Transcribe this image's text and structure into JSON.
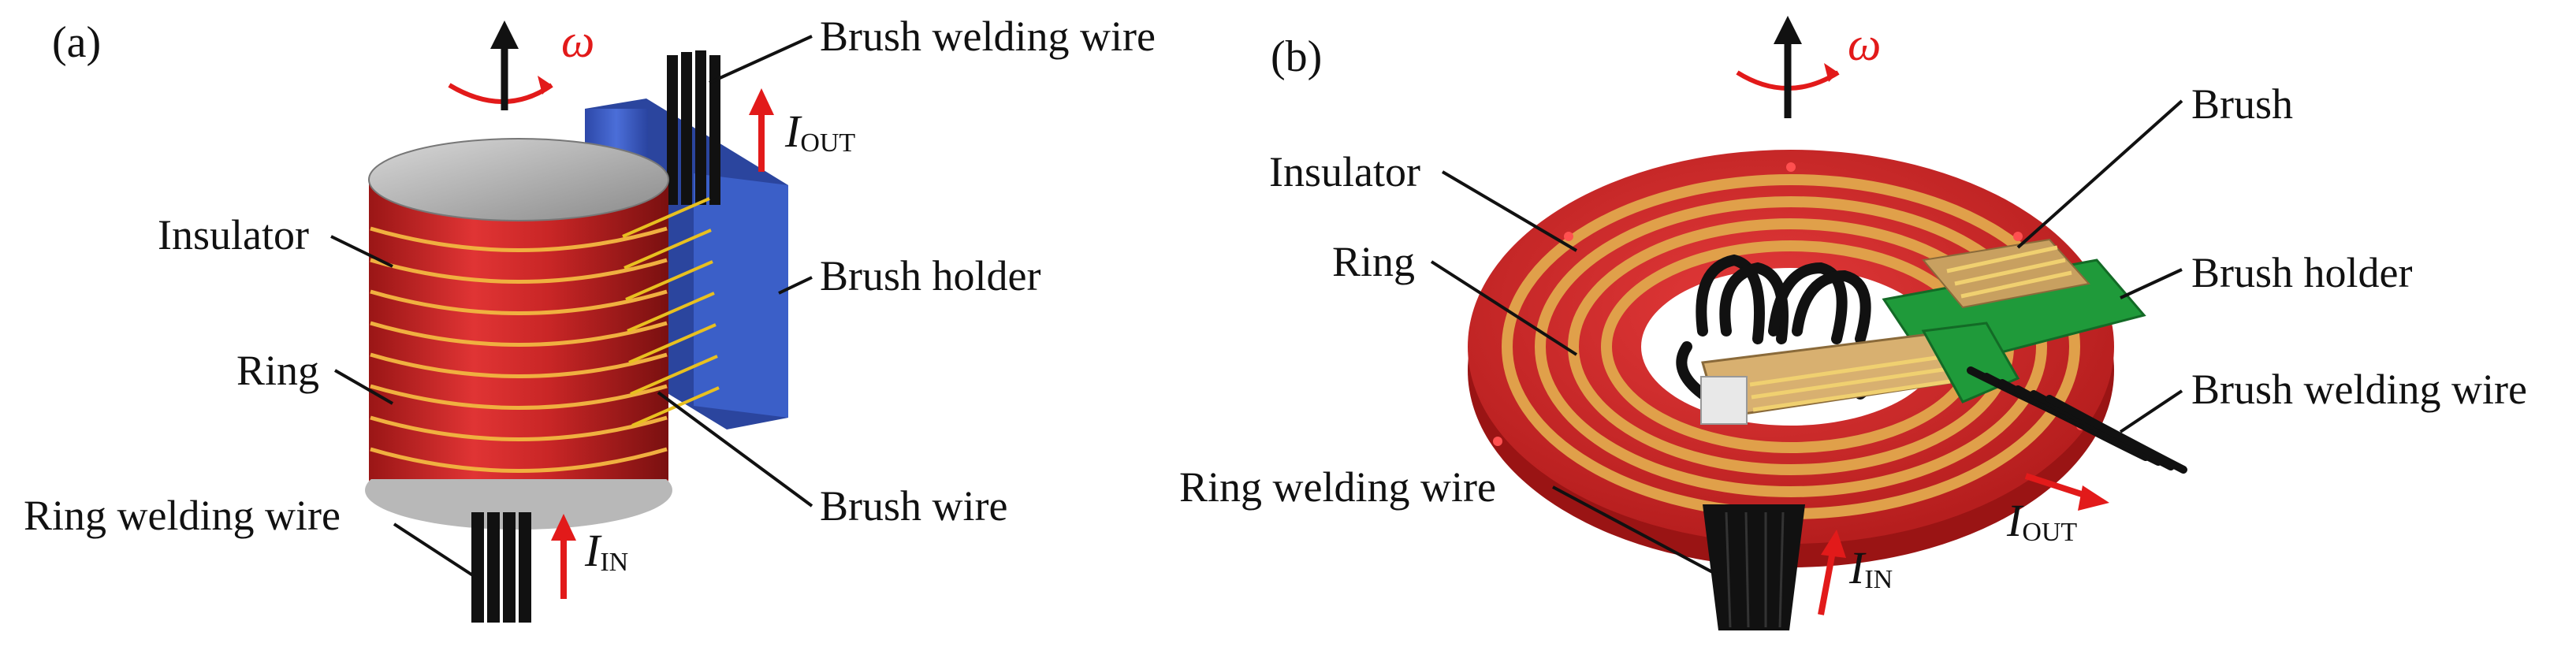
{
  "panels": {
    "a": {
      "tag": "(a)",
      "omega": "ω",
      "current_in": {
        "symbol": "I",
        "sub": "IN"
      },
      "current_out": {
        "symbol": "I",
        "sub": "OUT"
      },
      "labels": {
        "brush_welding_wire": "Brush welding wire",
        "insulator": "Insulator",
        "brush_holder": "Brush holder",
        "ring": "Ring",
        "ring_welding_wire": "Ring welding wire",
        "brush_wire": "Brush wire"
      }
    },
    "b": {
      "tag": "(b)",
      "omega": "ω",
      "current_in": {
        "symbol": "I",
        "sub": "IN"
      },
      "current_out": {
        "symbol": "I",
        "sub": "OUT"
      },
      "labels": {
        "brush": "Brush",
        "insulator": "Insulator",
        "ring": "Ring",
        "brush_holder": "Brush holder",
        "brush_welding_wire": "Brush welding wire",
        "ring_welding_wire": "Ring welding wire"
      }
    }
  },
  "colors": {
    "ring_red": "#d42a2a",
    "ring_dark": "#8e1414",
    "copper_track": "#e0a04a",
    "insulator_top": "#a8a8a8",
    "brush_holder_blue": "#3b5fc8",
    "pcb_green": "#1f9a3a",
    "wire_black": "#111111",
    "arrow_red": "#e21a1a"
  }
}
